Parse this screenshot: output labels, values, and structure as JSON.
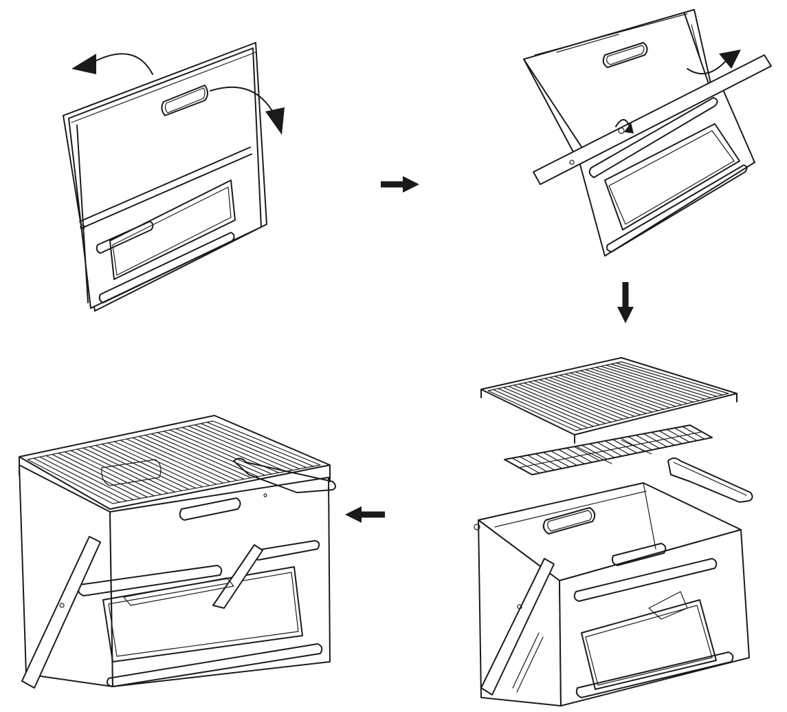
{
  "diagram": {
    "steps": [
      {
        "id": "step-1",
        "icon": "folded-grill-panel"
      },
      {
        "id": "step-2",
        "icon": "unfolding-grill-frame"
      },
      {
        "id": "step-3",
        "icon": "grill-parts-exploded"
      },
      {
        "id": "step-4",
        "icon": "assembled-grill"
      }
    ],
    "flow_arrows": [
      {
        "from": "step-1",
        "to": "step-2",
        "direction": "right"
      },
      {
        "from": "step-2",
        "to": "step-3",
        "direction": "down"
      },
      {
        "from": "step-3",
        "to": "step-4",
        "direction": "left"
      }
    ],
    "line_color": "#1a1a1a",
    "background_color": "#ffffff"
  }
}
